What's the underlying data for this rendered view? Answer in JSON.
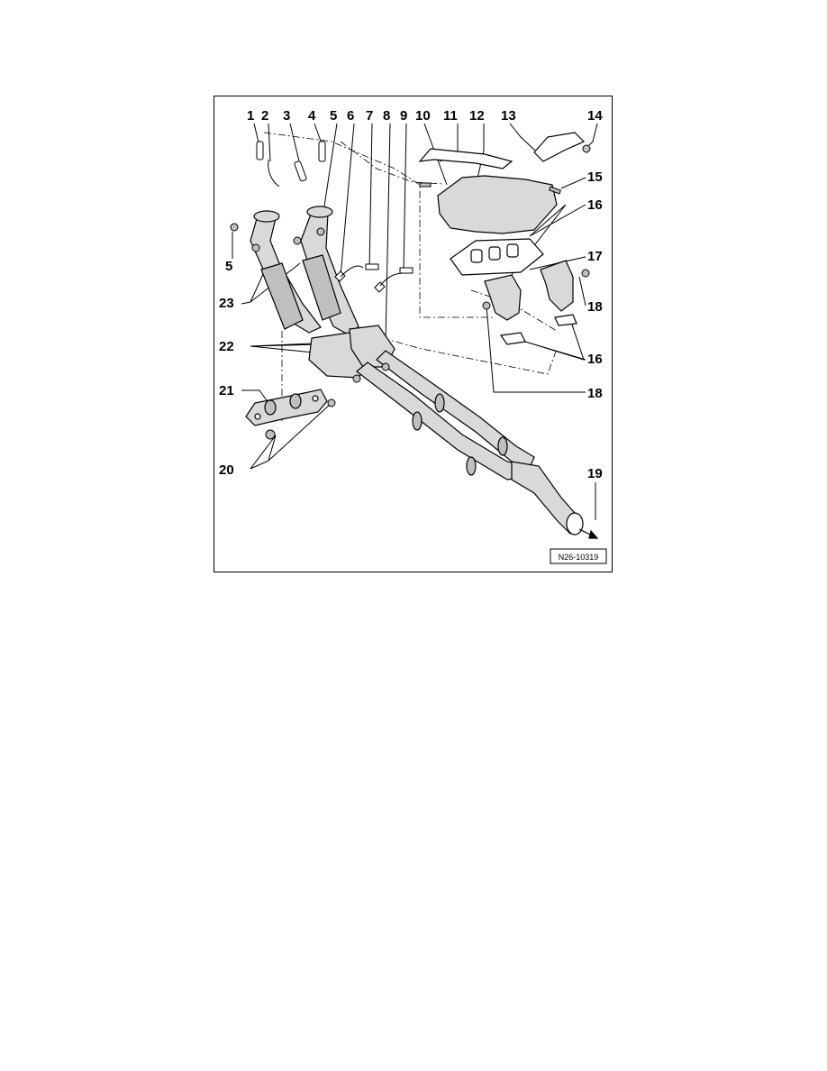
{
  "figure": {
    "reference_code": "N26-10319",
    "callouts": [
      "1",
      "2",
      "3",
      "4",
      "5",
      "5",
      "6",
      "7",
      "8",
      "9",
      "10",
      "11",
      "12",
      "13",
      "14",
      "15",
      "16",
      "16",
      "17",
      "18",
      "18",
      "19",
      "20",
      "21",
      "22",
      "23"
    ]
  },
  "colors": {
    "line": "#000000",
    "part_fill": "#d9d9d9",
    "part_fill_dark": "#bfbfbf",
    "background": "#ffffff"
  }
}
